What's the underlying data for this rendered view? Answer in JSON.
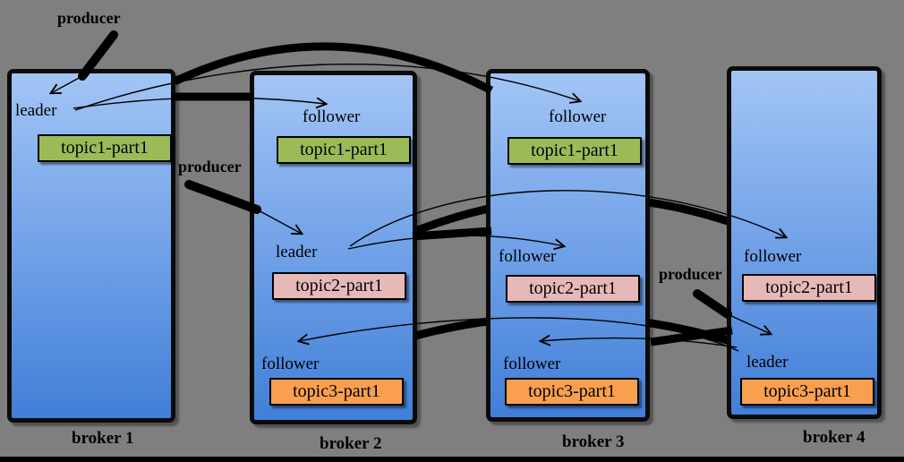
{
  "diagram": {
    "producers": [
      {
        "label": "producer"
      },
      {
        "label": "producer"
      },
      {
        "label": "producer"
      }
    ],
    "brokers": [
      {
        "name": "broker 1",
        "partitions": [
          {
            "role": "leader",
            "topic": "topic1-part1",
            "topic_key": "topic1"
          }
        ]
      },
      {
        "name": "broker 2",
        "partitions": [
          {
            "role": "follower",
            "topic": "topic1-part1",
            "topic_key": "topic1"
          },
          {
            "role": "leader",
            "topic": "topic2-part1",
            "topic_key": "topic2"
          },
          {
            "role": "follower",
            "topic": "topic3-part1",
            "topic_key": "topic3"
          }
        ]
      },
      {
        "name": "broker 3",
        "partitions": [
          {
            "role": "follower",
            "topic": "topic1-part1",
            "topic_key": "topic1"
          },
          {
            "role": "follower",
            "topic": "topic2-part1",
            "topic_key": "topic2"
          },
          {
            "role": "follower",
            "topic": "topic3-part1",
            "topic_key": "topic3"
          }
        ]
      },
      {
        "name": "broker 4",
        "partitions": [
          {
            "role": "follower",
            "topic": "topic2-part1",
            "topic_key": "topic2"
          },
          {
            "role": "leader",
            "topic": "topic3-part1",
            "topic_key": "topic3"
          }
        ]
      }
    ],
    "edges": [
      {
        "from": "producer 1",
        "to": "broker 1 leader (topic1-part1)",
        "kind": "produce"
      },
      {
        "from": "broker 1 topic1-part1 leader",
        "to": "broker 2 topic1-part1 follower",
        "kind": "replicate"
      },
      {
        "from": "broker 1 topic1-part1 leader",
        "to": "broker 3 topic1-part1 follower",
        "kind": "replicate"
      },
      {
        "from": "producer 2",
        "to": "broker 2 leader (topic2-part1)",
        "kind": "produce"
      },
      {
        "from": "broker 2 topic2-part1 leader",
        "to": "broker 3 topic2-part1 follower",
        "kind": "replicate"
      },
      {
        "from": "broker 2 topic2-part1 leader",
        "to": "broker 4 topic2-part1 follower",
        "kind": "replicate"
      },
      {
        "from": "producer 3",
        "to": "broker 4 leader (topic3-part1)",
        "kind": "produce"
      },
      {
        "from": "broker 4 topic3-part1 leader",
        "to": "broker 3 topic3-part1 follower",
        "kind": "replicate"
      },
      {
        "from": "broker 4 topic3-part1 leader",
        "to": "broker 2 topic3-part1 follower",
        "kind": "replicate"
      }
    ],
    "colors": {
      "background": "#7F7F7F",
      "broker_top": "#A2C5F5",
      "broker_bottom": "#417FD7",
      "topic1": "#9BBB59",
      "topic2": "#E6B9B8",
      "topic3": "#F9A050",
      "line": "#000000"
    }
  }
}
